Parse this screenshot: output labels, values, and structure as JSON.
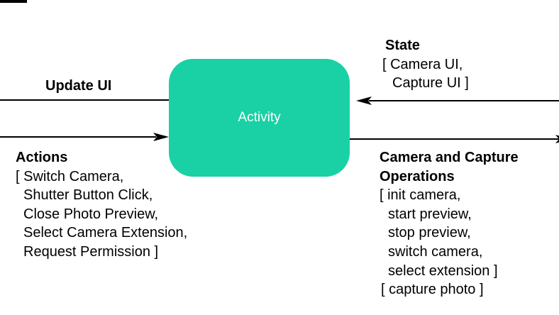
{
  "colors": {
    "background": "#ffffff",
    "node_fill": "#19d1a4",
    "node_text": "#ffffff",
    "line": "#000000",
    "text": "#000000"
  },
  "node": {
    "label": "Activity"
  },
  "edges": {
    "update_ui": {
      "label": "Update UI",
      "direction": "from node, pointing left off-screen"
    },
    "actions": {
      "label": "Actions",
      "direction": "from off-screen left, pointing right into node",
      "lines": [
        "[ Switch Camera,",
        "Shutter Button Click,",
        "Close Photo Preview,",
        "Select Camera Extension,",
        "Request Permission ]"
      ]
    },
    "state": {
      "label": "State",
      "direction": "from off-screen right, pointing left into node",
      "lines": [
        "[ Camera UI,",
        "Capture UI ]"
      ]
    },
    "camera_ops": {
      "label_lines": [
        "Camera and Capture",
        "Operations"
      ],
      "direction": "from node, pointing right off-screen",
      "lines": [
        "[ init camera,",
        "start preview,",
        "stop preview,",
        "switch camera,",
        "select extension ]",
        "[ capture photo ]"
      ]
    }
  }
}
